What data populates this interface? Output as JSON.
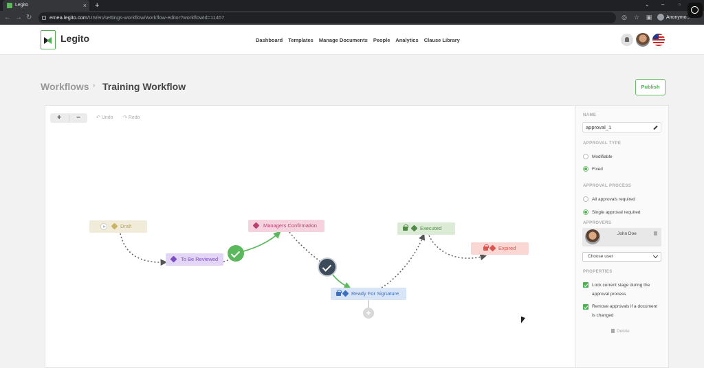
{
  "browser": {
    "tab_title": "Legito",
    "new_tab": "+",
    "url_host": "emea.legito.com",
    "url_path": "/US/en/settings-workflow/workflow-editor?workflowId=11457",
    "profile_label": "Anonymo..."
  },
  "app": {
    "logo_text": "Legito",
    "nav": [
      "Dashboard",
      "Templates",
      "Manage Documents",
      "People",
      "Analytics",
      "Clause Library"
    ]
  },
  "page": {
    "breadcrumb_root": "Workflows",
    "breadcrumb_sep": "›",
    "title": "Training Workflow",
    "publish_label": "Publish"
  },
  "editor": {
    "zoom_in": "+",
    "zoom_out": "−",
    "undo_label": "Undo",
    "redo_label": "Redo",
    "stages": [
      {
        "label": "Draft",
        "color": "#b8a66a",
        "bg": "#f1ecd9"
      },
      {
        "label": "To Be Reviewed",
        "color": "#7b4ec2",
        "bg": "#e3d5f5"
      },
      {
        "label": "Managers Confirmation",
        "color": "#b8426f",
        "bg": "#f6d2df"
      },
      {
        "label": "Ready For Signature",
        "color": "#3f6fbf",
        "bg": "#d8e5f6"
      },
      {
        "label": "Executed",
        "color": "#4f8a47",
        "bg": "#dcebd6"
      },
      {
        "label": "Expired",
        "color": "#d9534f",
        "bg": "#fad7d3"
      }
    ],
    "colors": {
      "approved": "#5cb85c",
      "pending": "#3c4a5a",
      "arrow_gray": "#666666",
      "arrow_green": "#5cb85c"
    }
  },
  "panel": {
    "name_label": "NAME",
    "name_value": "approval_1",
    "approval_type_label": "APPROVAL TYPE",
    "approval_types": [
      "Modifiable",
      "Fixed"
    ],
    "approval_type_selected": "Fixed",
    "approval_process_label": "APPROVAL PROCESS",
    "approval_processes": [
      "All approvals required",
      "Single approval required"
    ],
    "approval_process_selected": "Single approval required",
    "approvers_label": "APPROVERS",
    "approver_name": "John Doe",
    "choose_user": "Choose user",
    "properties_label": "PROPERTIES",
    "property_1": "Lock current stage during the approval process",
    "property_2": "Remove approvals if a document is changed",
    "delete_label": "Delete"
  }
}
